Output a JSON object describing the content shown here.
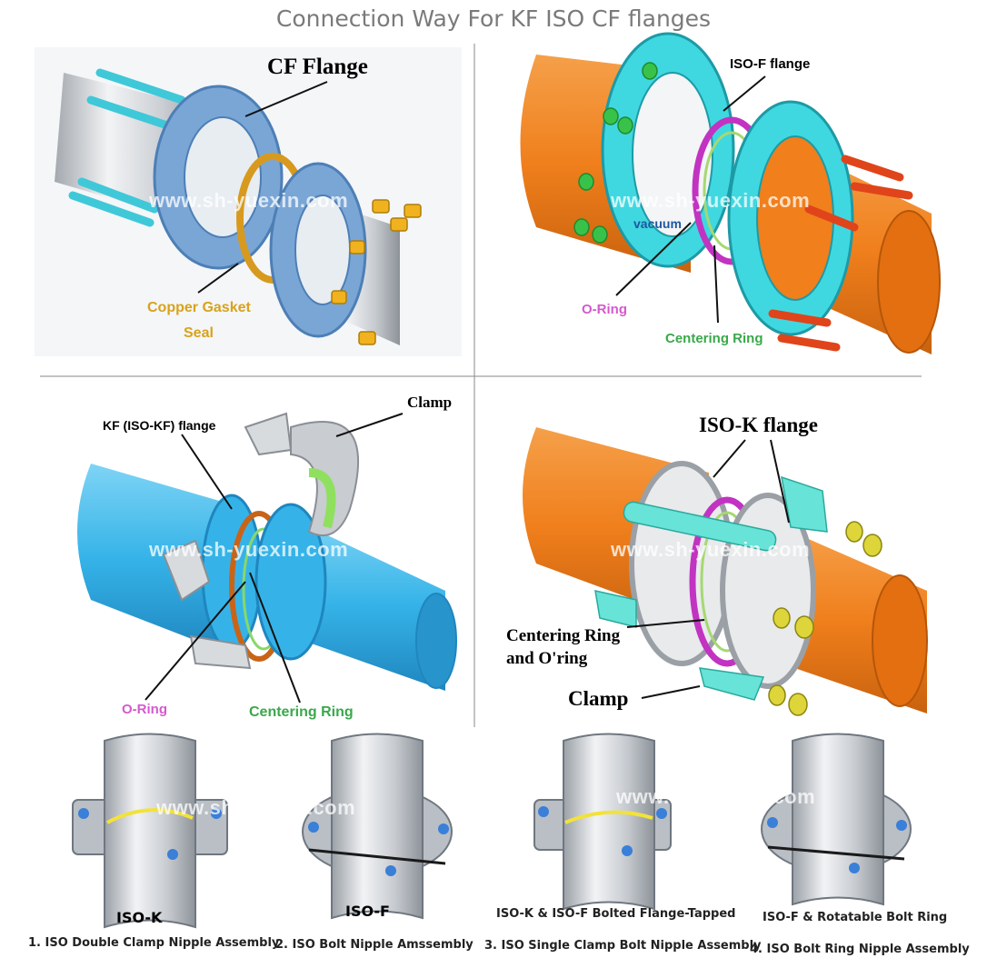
{
  "title": "Connection Way For KF ISO CF flanges",
  "watermark": "www.sh-yuexin.com",
  "colors": {
    "orange": "#f07f1c",
    "cyan": "#3fd8e0",
    "blue": "#35b3e8",
    "steel_blue": "#7aa6d6",
    "copper": "#d79a1e",
    "magenta": "#c233c2",
    "green_text": "#3aa84a",
    "gasket_text": "#d9a21a",
    "oring_text": "#d45acd"
  },
  "panels": {
    "cf": {
      "flange": "CF  Flange",
      "gasket_1": "Copper Gasket",
      "gasket_2": "Seal"
    },
    "isof": {
      "flange": "ISO-F flange",
      "oring": "O-Ring",
      "centering": "Centering Ring",
      "logo_text": "vacuum"
    },
    "kf": {
      "flange": "KF (ISO-KF) flange",
      "clamp": "Clamp",
      "oring": "O-Ring",
      "centering": "Centering Ring"
    },
    "isok": {
      "flange": "ISO-K flange",
      "centering_1": "Centering Ring",
      "centering_2": "and O'ring",
      "clamp": "Clamp"
    }
  },
  "assemblies": [
    {
      "tag": "ISO-K",
      "caption": "1. ISO Double Clamp Nipple Assembly"
    },
    {
      "tag": "ISO-F",
      "caption": "2. ISO Bolt Nipple Amssembly"
    },
    {
      "tag": "ISO-K & ISO-F Bolted Flange-Tapped",
      "caption": "3. ISO Single Clamp Bolt Nipple Assembly"
    },
    {
      "tag": "ISO-F & Rotatable Bolt Ring",
      "caption": "4. ISO Bolt Ring Nipple Assembly"
    }
  ]
}
